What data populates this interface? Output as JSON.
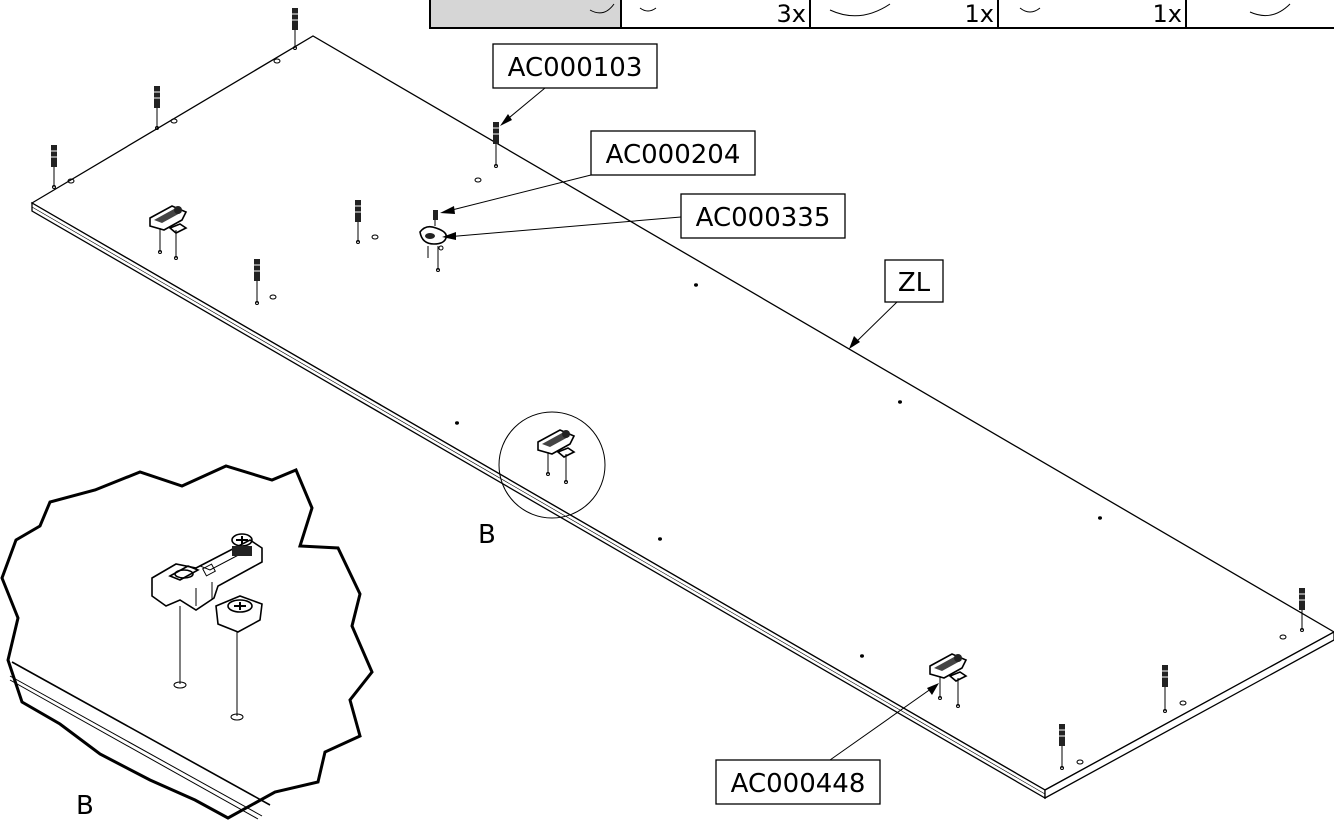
{
  "parts_table": {
    "counts": [
      "3x",
      "1x",
      "1x"
    ]
  },
  "callouts": {
    "ac000103": "AC000103",
    "ac000204": "AC000204",
    "ac000335": "AC000335",
    "zl": "ZL",
    "ac000448": "AC000448"
  },
  "detail": {
    "marker_label": "B",
    "view_label": "B"
  }
}
